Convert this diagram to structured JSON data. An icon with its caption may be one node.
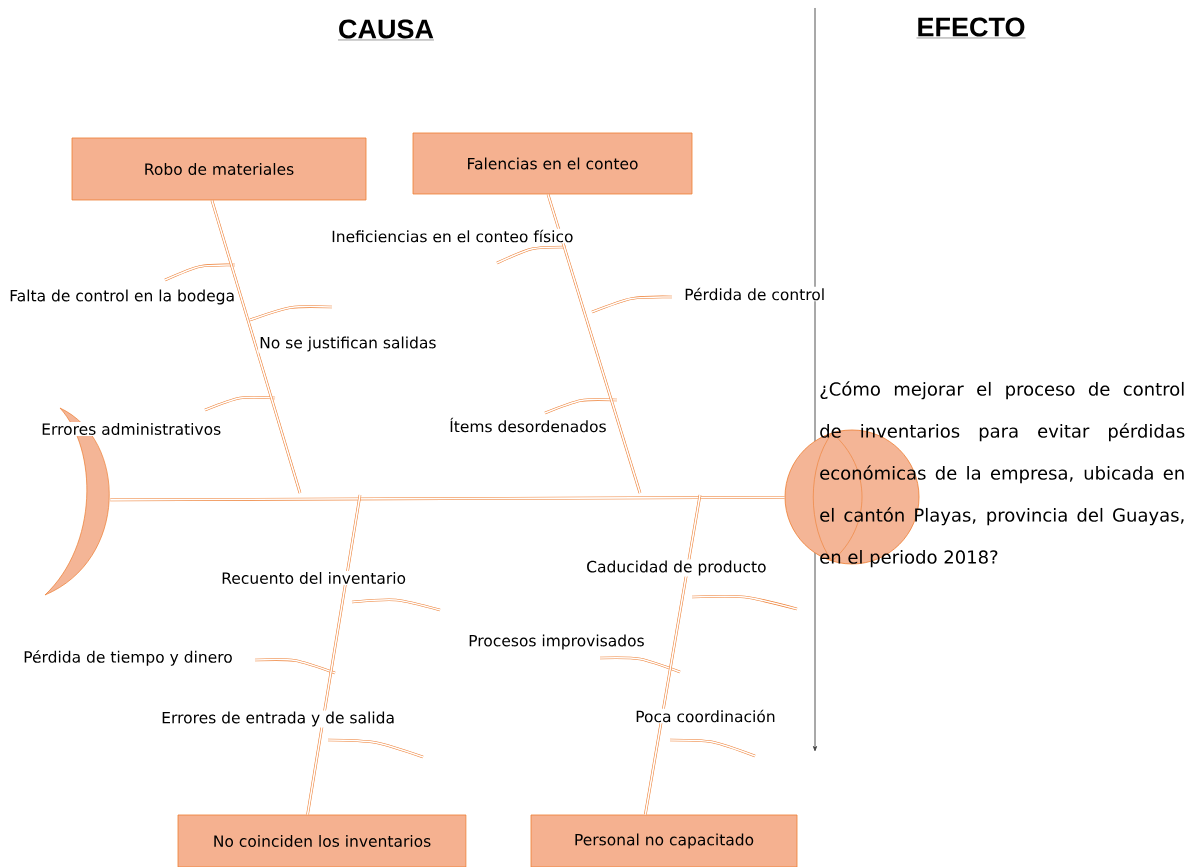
{
  "diagram": {
    "nodes": [
      {
        "text": [
          "Robo de materiales"
        ]
      },
      {
        "text": [
          "Falencias en el conteo"
        ]
      },
      {
        "text": [
          "No coinciden los inventarios"
        ]
      },
      {
        "text": [
          "Personal no capacitado"
        ]
      },
      {
        "text": [],
        "shape": "circle"
      },
      {
        "text": [],
        "shape": "picture"
      }
    ],
    "edges": [
      {
        "from": 5,
        "to": 4,
        "arrow": "none"
      },
      {
        "from": 0,
        "to": null,
        "arrow": "none"
      },
      {
        "from": 1,
        "to": null,
        "arrow": "none"
      },
      {
        "from": 2,
        "to": null,
        "arrow": "none"
      },
      {
        "from": 3,
        "to": null,
        "arrow": "none"
      }
    ],
    "labels": [
      "CAUSA",
      "EFECTO",
      "Ineficiencias en el conteo físico",
      "Falta de control en la bodega",
      "Pérdida de control",
      "No se justifican salidas",
      "¿Cómo mejorar el proceso de control de inventarios para evitar pérdidas económicas de la empresa, ubicada en el cantón Playas, provincia del Guayas, en el periodo 2018?",
      "Errores administrativos",
      "Ítems desordenados",
      "Caducidad de producto",
      "Recuento del inventario",
      "Procesos improvisados",
      "Pérdida de tiempo y dinero",
      "Poca coordinación",
      "Errores de entrada y de salida"
    ]
  }
}
